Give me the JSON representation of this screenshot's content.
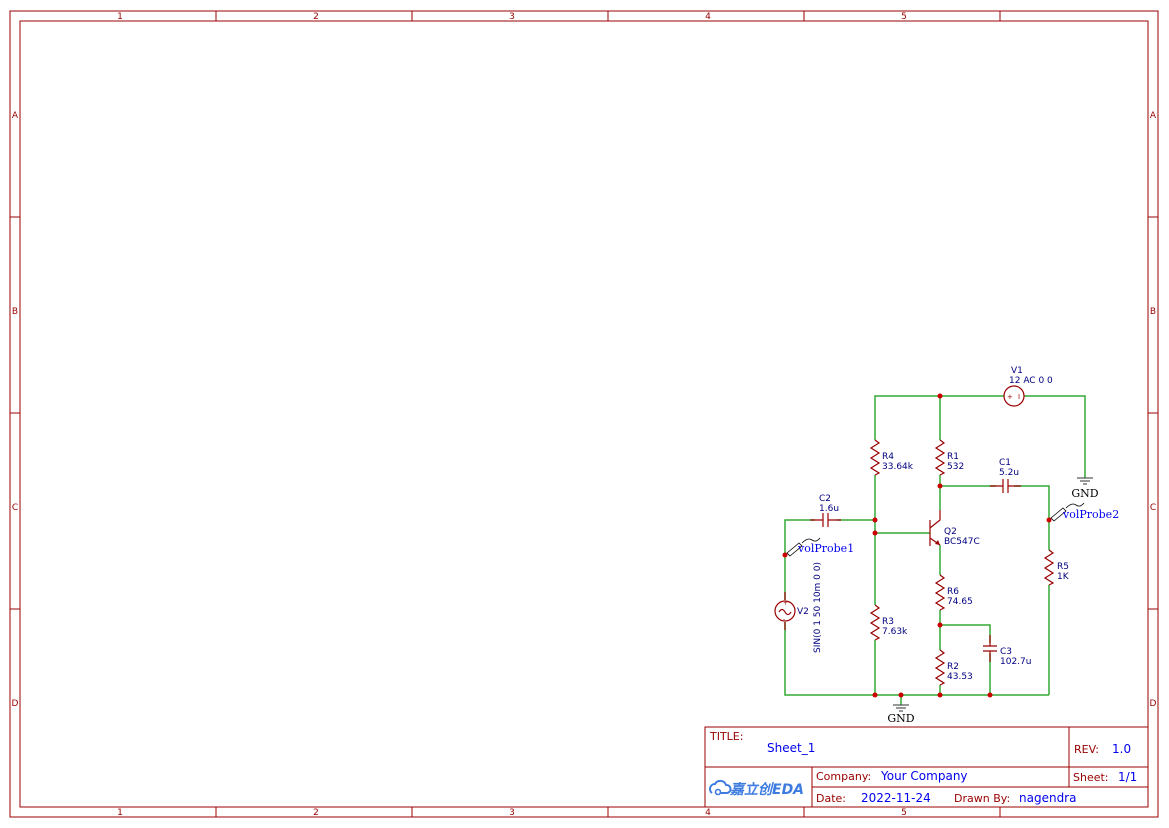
{
  "frame": {
    "columns": [
      "1",
      "2",
      "3",
      "4",
      "5"
    ],
    "rows": [
      "A",
      "B",
      "C",
      "D"
    ]
  },
  "components": {
    "V1": {
      "ref": "V1",
      "value": "12 AC 0 0"
    },
    "R4": {
      "ref": "R4",
      "value": "33.64k"
    },
    "R1": {
      "ref": "R1",
      "value": "532"
    },
    "C1": {
      "ref": "C1",
      "value": "5.2u"
    },
    "C2": {
      "ref": "C2",
      "value": "1.6u"
    },
    "Q2": {
      "ref": "Q2",
      "value": "BC547C"
    },
    "R5": {
      "ref": "R5",
      "value": "1K"
    },
    "R6": {
      "ref": "R6",
      "value": "74.65"
    },
    "R3": {
      "ref": "R3",
      "value": "7.63k"
    },
    "C3": {
      "ref": "C3",
      "value": "102.7u"
    },
    "R2": {
      "ref": "R2",
      "value": "43.53"
    },
    "V2": {
      "ref": "V2",
      "value": "SIN(0 1 50 10m 0 0)"
    }
  },
  "probes": [
    "volProbe1",
    "volProbe2"
  ],
  "gnd_label": "GND",
  "title_block": {
    "title_key": "TITLE:",
    "title": "Sheet_1",
    "rev_key": "REV:",
    "rev": "1.0",
    "company_key": "Company:",
    "company": "Your Company",
    "sheet_key": "Sheet:",
    "sheet": "1/1",
    "date_key": "Date:",
    "date": "2022-11-24",
    "drawn_key": "Drawn By:",
    "drawn_by": "nagendra",
    "logo": "嘉立创EDA"
  },
  "colors": {
    "frame": "#990000",
    "wire": "#33aa33",
    "component": "#990000",
    "label": "#000080",
    "value_text": "#0000ee"
  }
}
